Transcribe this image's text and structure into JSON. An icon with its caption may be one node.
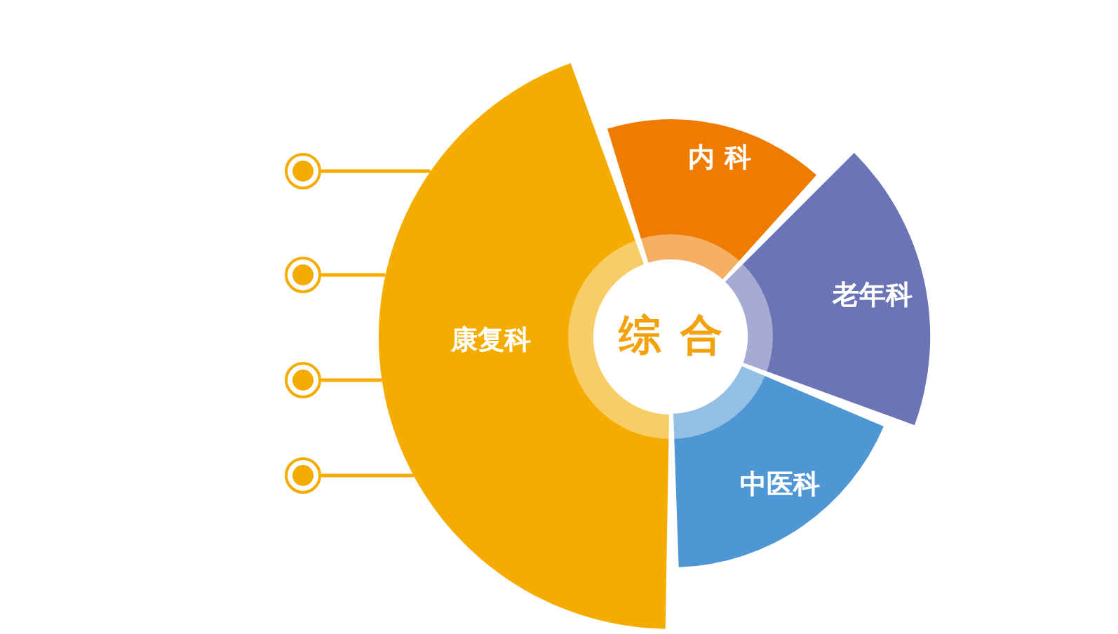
{
  "diagram": {
    "nodes": [
      {
        "text": [
          "综 合"
        ]
      },
      {
        "text": [
          "康复科"
        ]
      },
      {
        "text": [
          "内 科"
        ]
      },
      {
        "text": [
          "老年科"
        ]
      },
      {
        "text": [
          "中医科"
        ]
      },
      {
        "text": [],
        "shape": "circle"
      },
      {
        "text": [],
        "shape": "circle"
      },
      {
        "text": [],
        "shape": "circle"
      },
      {
        "text": [],
        "shape": "circle"
      }
    ],
    "edges": [
      {
        "from": 5,
        "to": 1,
        "arrow": "none"
      },
      {
        "from": 6,
        "to": 1,
        "arrow": "none"
      },
      {
        "from": 7,
        "to": 1,
        "arrow": "none"
      },
      {
        "from": 8,
        "to": 1,
        "arrow": "none"
      }
    ]
  }
}
